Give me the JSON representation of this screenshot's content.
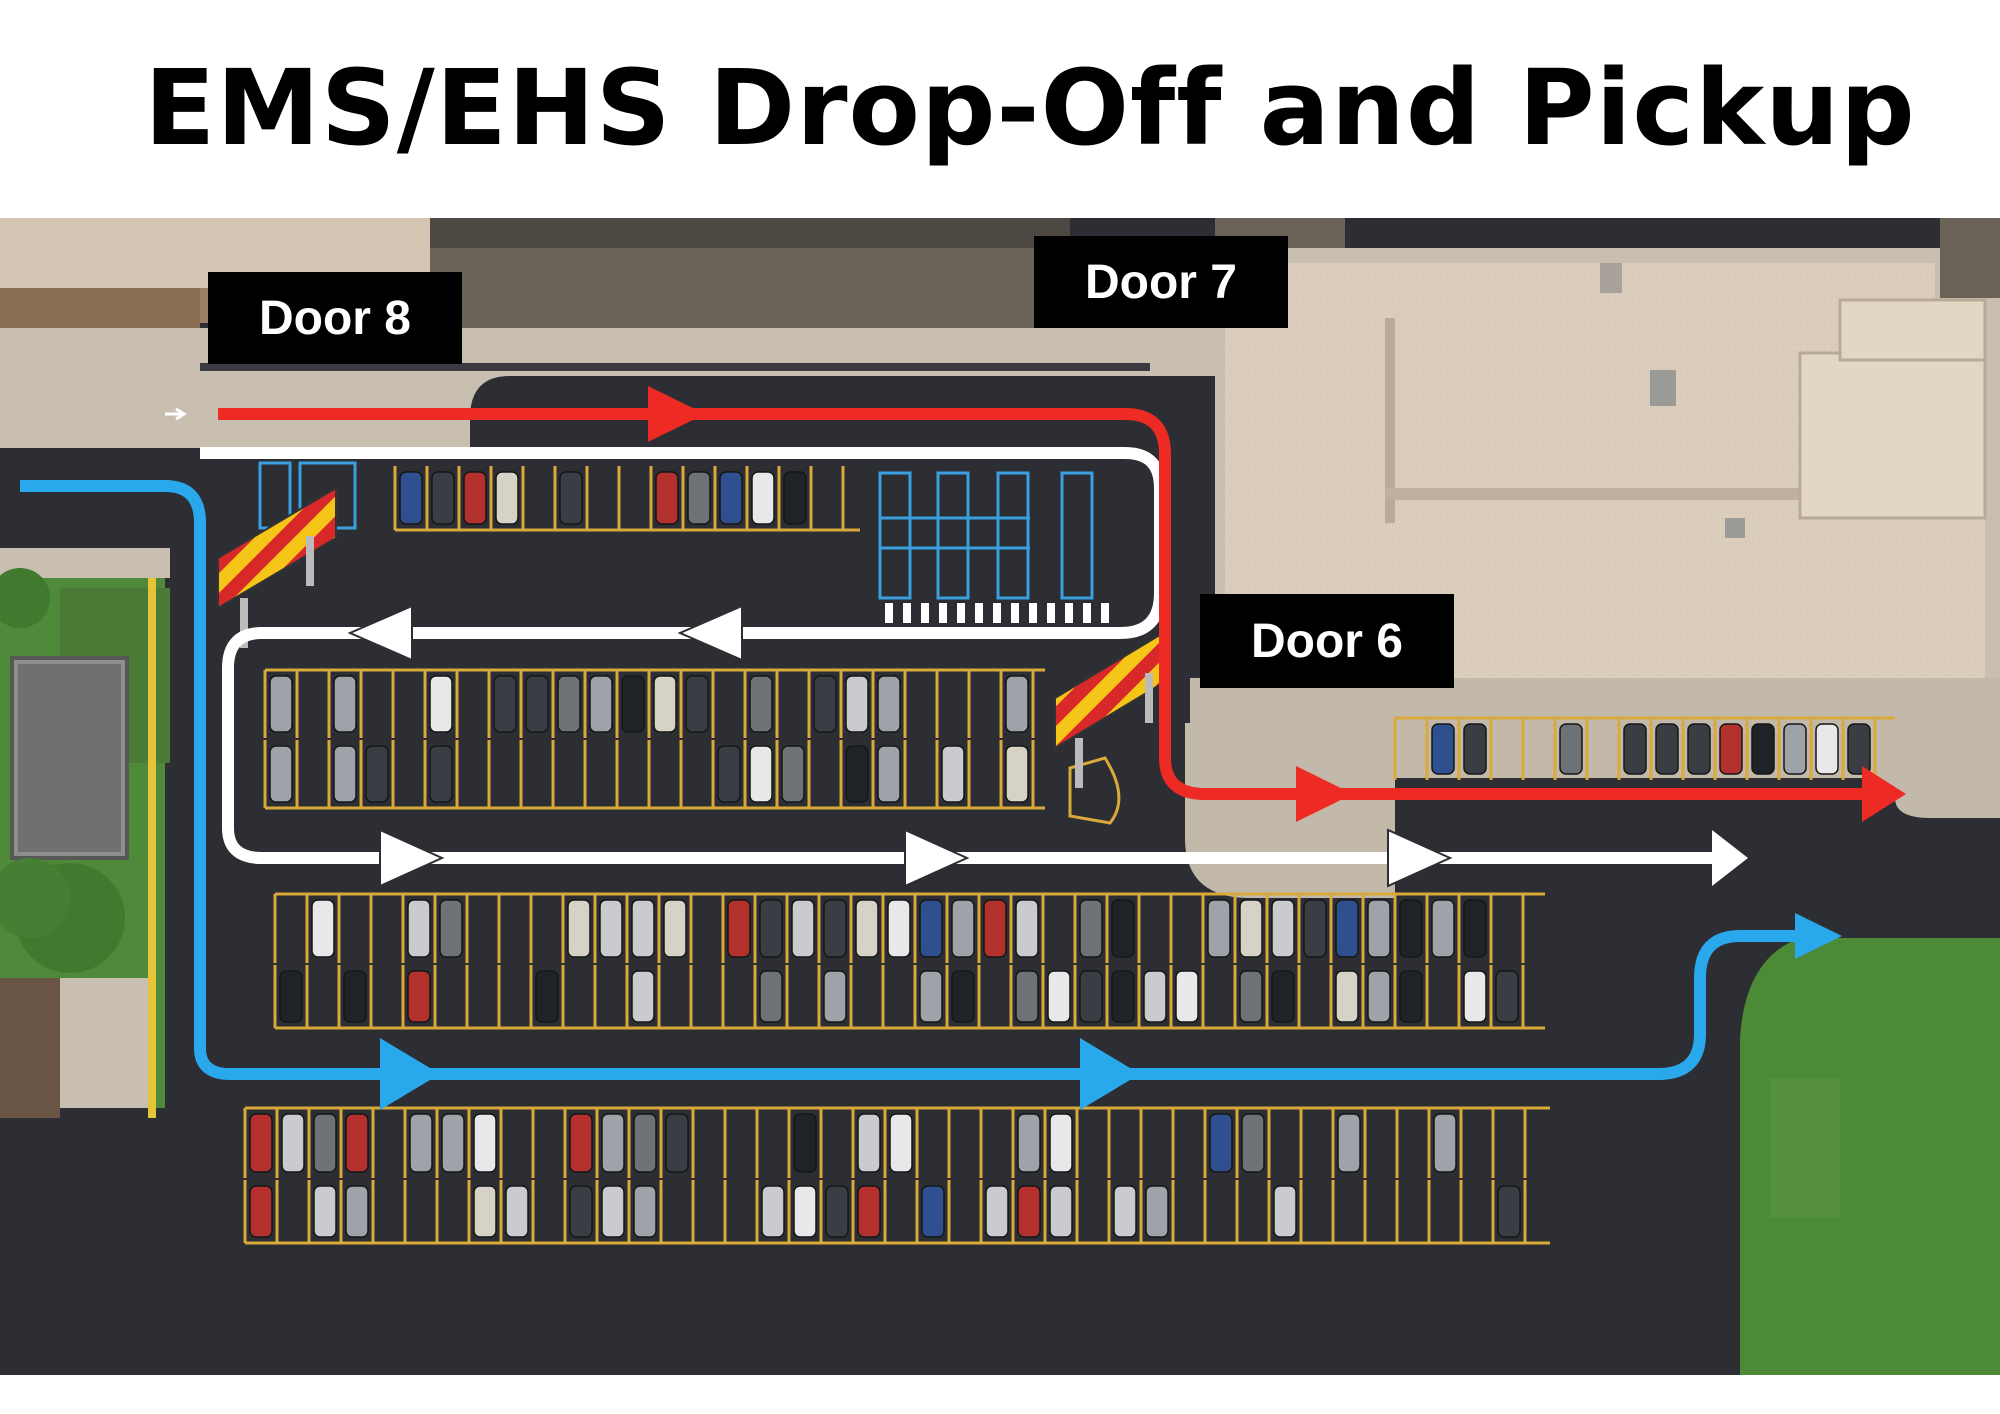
{
  "title": "EMS/EHS Drop-Off and Pickup",
  "doors": {
    "door8": "Door 8",
    "door7": "Door 7",
    "door6": "Door 6"
  },
  "routes": [
    {
      "color": "#ee2a24",
      "description": "red route"
    },
    {
      "color": "#ffffff",
      "description": "white route"
    },
    {
      "color": "#2aa8ec",
      "description": "blue route"
    }
  ],
  "colors": {
    "asphalt": "#2c2e33",
    "roof": "#d9cbb8",
    "grass": "#4f8a3a",
    "parking_lines": "#d9a93a",
    "accessible_markings": "#3aa0e0"
  },
  "icons": [
    "barrier-gate-icon",
    "arrow-right-icon",
    "arrow-left-icon"
  ]
}
